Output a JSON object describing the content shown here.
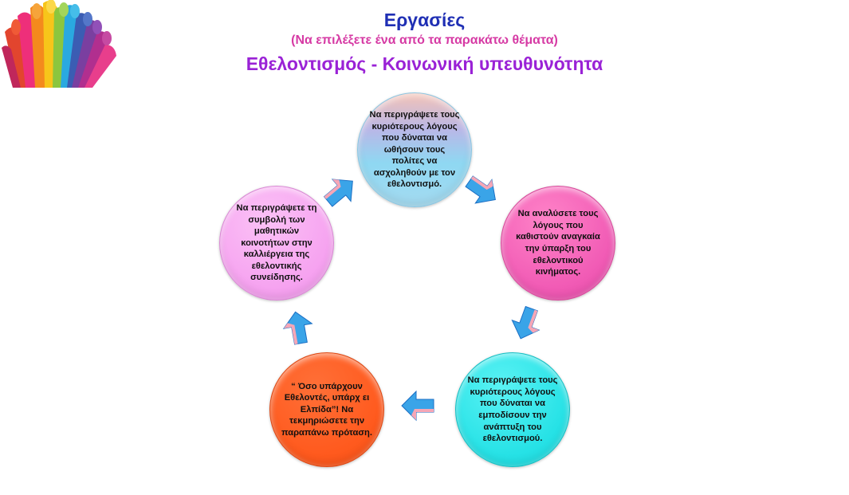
{
  "header": {
    "title": "Εργασίες",
    "subtitle": "(Να επιλέξετε ένα από τα παρακάτω θέματα)",
    "topic": "Εθελοντισμός - Κοινωνική υπευθυνότητα"
  },
  "diagram": {
    "nodes": [
      {
        "id": "n1",
        "text": "Να περιγράψετε τους κυριότερους λόγους που δύναται να ωθήσουν τους πολίτες να ασχοληθούν με τον εθελοντισμό."
      },
      {
        "id": "n2",
        "text": "Να αναλύσετε τους λόγους που καθιστούν αναγκαία την ύπαρξη του εθελοντικού κινήματος."
      },
      {
        "id": "n3",
        "text": "Να περιγράψετε τους κυριότερους λόγους που δύναται να εμποδίσουν την ανάπτυξη του εθελοντισμού."
      },
      {
        "id": "n4",
        "text": "“ Όσο υπάρχουν Εθελοντές, υπάρχ ει Ελπίδα”! Να τεκμηριώσετε την παραπάνω πρόταση."
      },
      {
        "id": "n5",
        "text": "Να περιγράψετε τη συμβολή των μαθητικών κοινοτήτων στην καλλιέργεια της εθελοντικής συνείδησης."
      }
    ],
    "arrow_colors": {
      "top": "#f6a6b6",
      "body": "#3aa4e8",
      "shade": "#1c6fc4"
    }
  }
}
